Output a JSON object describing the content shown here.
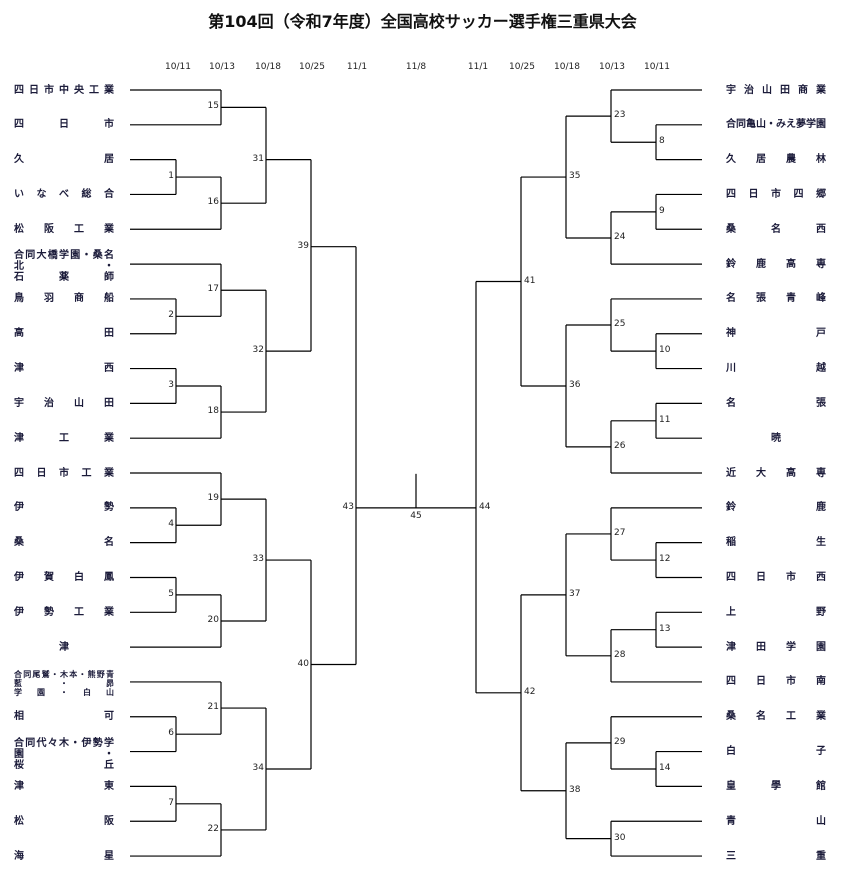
{
  "title": "第104回（令和7年度）全国高校サッカー選手権三重県大会",
  "dates_left": [
    "10/11",
    "10/13",
    "10/18",
    "10/25",
    "11/1"
  ],
  "date_final": "11/8",
  "dates_right": [
    "11/1",
    "10/25",
    "10/18",
    "10/13",
    "10/11"
  ],
  "teams_left": [
    "四日市中央工業",
    "四日市",
    "久居",
    "いなべ総合",
    "松阪工業",
    "合同大橋学園・桑名北・\n石薬師",
    "鳥羽商船",
    "高田",
    "津西",
    "宇治山田",
    "津工業",
    "四日市工業",
    "伊勢",
    "桑名",
    "伊賀白鳳",
    "伊勢工業",
    "津",
    "合同尾鷲・木本・熊野青藍・昴\n学園・白山",
    "相可",
    "合同代々木・伊勢学園・\n桜丘",
    "津東",
    "松阪",
    "海星"
  ],
  "teams_right": [
    "宇治山田商業",
    "合同亀山・みえ夢学園",
    "久居農林",
    "四日市四郷",
    "桑名西",
    "鈴鹿高専",
    "名張青峰",
    "神戸",
    "川越",
    "名張",
    "暁",
    "近大高専",
    "鈴鹿",
    "稲生",
    "四日市西",
    "上野",
    "津田学園",
    "四日市南",
    "桑名工業",
    "白子",
    "皇學館",
    "青山",
    "三重"
  ],
  "matches": {
    "1": "1",
    "2": "2",
    "3": "3",
    "4": "4",
    "5": "5",
    "6": "6",
    "7": "7",
    "8": "8",
    "9": "9",
    "10": "10",
    "11": "11",
    "12": "12",
    "13": "13",
    "14": "14",
    "15": "15",
    "16": "16",
    "17": "17",
    "18": "18",
    "19": "19",
    "20": "20",
    "21": "21",
    "22": "22",
    "23": "23",
    "24": "24",
    "25": "25",
    "26": "26",
    "27": "27",
    "28": "28",
    "29": "29",
    "30": "30",
    "31": "31",
    "32": "32",
    "33": "33",
    "34": "34",
    "35": "35",
    "36": "36",
    "37": "37",
    "38": "38",
    "39": "39",
    "40": "40",
    "41": "41",
    "42": "42",
    "43": "43",
    "44": "44",
    "45": "45"
  }
}
